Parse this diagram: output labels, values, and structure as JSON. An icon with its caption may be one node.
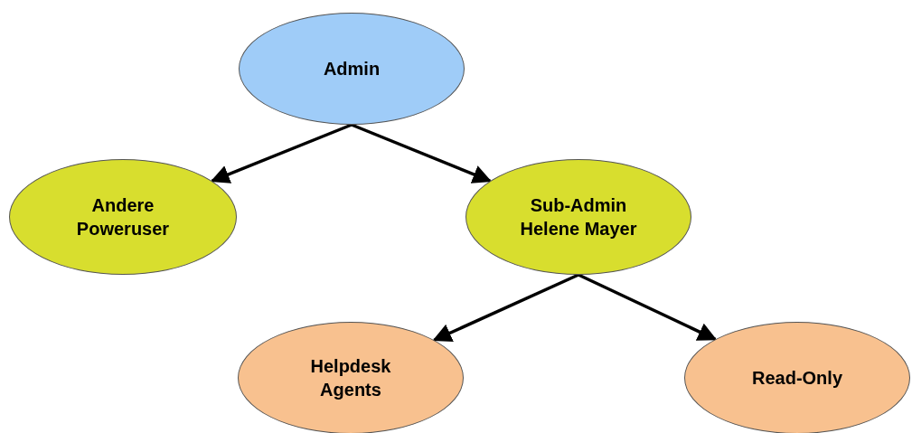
{
  "diagram": {
    "nodes": [
      {
        "text": [
          "Admin"
        ]
      },
      {
        "text": [
          "Andere Poweruser"
        ]
      },
      {
        "text": [
          "Sub-Admin Helene Mayer"
        ]
      },
      {
        "text": [
          "Helpdesk Agents"
        ]
      },
      {
        "text": [
          "Read-Only"
        ]
      }
    ],
    "edges": [
      {
        "from": 0,
        "to": 1,
        "arrow": "to"
      },
      {
        "from": 0,
        "to": 2,
        "arrow": "to"
      },
      {
        "from": 2,
        "to": 3,
        "arrow": "to"
      },
      {
        "from": 2,
        "to": 4,
        "arrow": "to"
      }
    ]
  }
}
